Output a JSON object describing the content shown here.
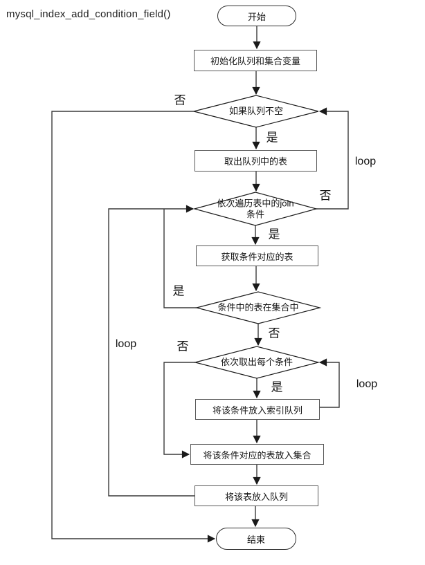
{
  "title": "mysql_index_add_condition_field()",
  "nodes": {
    "start": "开始",
    "init": "初始化队列和集合变量",
    "queue_not_empty": "如果队列不空",
    "take_table": "取出队列中的表",
    "iterate_join_line1": "依次遍历表中的join",
    "iterate_join_line2": "条件",
    "get_cond_table": "获取条件对应的表",
    "table_in_set": "条件中的表在集合中",
    "take_each_cond": "依次取出每个条件",
    "push_cond_index_queue": "将该条件放入索引队列",
    "push_cond_table_set": "将该条件对应的表放入集合",
    "push_table_queue": "将该表放入队列",
    "end": "结束"
  },
  "labels": {
    "yes": "是",
    "no": "否",
    "loop": "loop"
  },
  "colors": {
    "background": "#ffffff",
    "line": "#3a3a3a",
    "box_border": "#565656",
    "diamond_border": "#1a1a1a",
    "text": "#141414"
  }
}
